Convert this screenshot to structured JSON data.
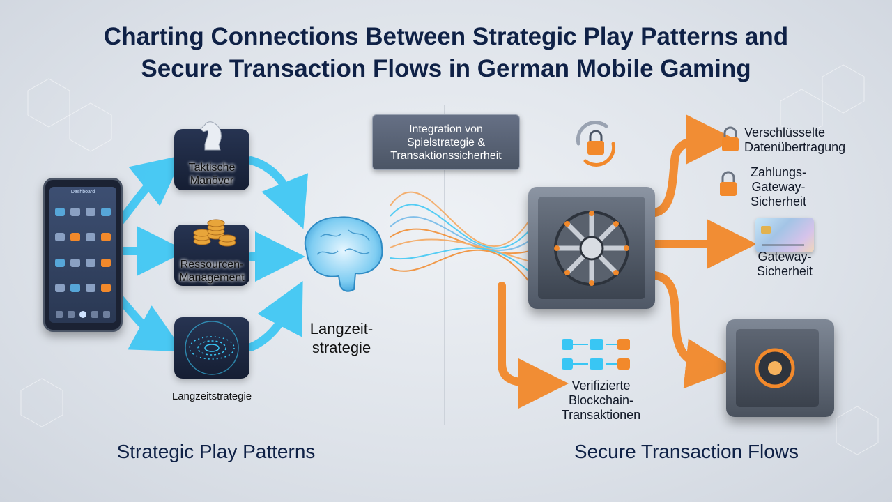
{
  "title": {
    "line1": "Charting Connections Between Strategic Play Patterns and",
    "line2": "Secure Transaction Flows in German Mobile Gaming"
  },
  "left": {
    "section_label": "Strategic Play Patterns",
    "tiles": [
      {
        "label_line1": "Taktische",
        "label_line2": "Manöver",
        "icon": "chess-knight-icon"
      },
      {
        "label_line1": "Ressourcen-",
        "label_line2": "Management",
        "icon": "coin-stacks-icon"
      },
      {
        "icon": "orbit-rings-icon"
      }
    ],
    "tile3_caption": "Langzeitstrategie",
    "brain_caption_line1": "Langzeit-",
    "brain_caption_line2": "strategie",
    "phone_header": "Dashboard"
  },
  "center": {
    "callout_line1": "Integration von",
    "callout_line2": "Spielstrategie &",
    "callout_line3": "Transaktionssicherheit"
  },
  "right": {
    "section_label": "Secure Transaction Flows",
    "item1_line1": "Verschlüsselte",
    "item1_line2": "Datenübertragung",
    "item2_line1": "Zahlungs-",
    "item2_line2": "Gateway-",
    "item2_line3": "Sicherheit",
    "item3_line1": "Gateway-",
    "item3_line2": "Sicherheit",
    "item4_line1": "Verifizierte",
    "item4_line2": "Blockchain-",
    "item4_line3": "Transaktionen"
  },
  "colors": {
    "accent_blue": "#39c6f4",
    "accent_orange": "#f2892b",
    "title_navy": "#0f2146",
    "tile_navy": "#1e2a44"
  }
}
